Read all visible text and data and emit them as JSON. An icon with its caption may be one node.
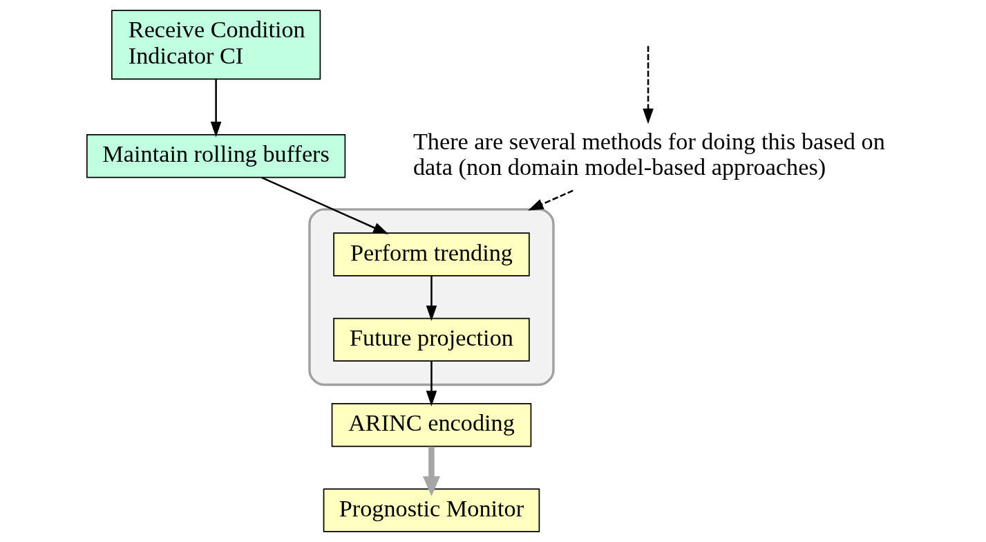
{
  "diagram": {
    "nodes": [
      {
        "text": [
          "Receive Condition Indicator CI"
        ]
      },
      {
        "text": [
          "Maintain rolling buffers"
        ]
      },
      {
        "text": [],
        "shape": "box"
      },
      {
        "text": [
          "Perform trending"
        ],
        "in": 2
      },
      {
        "text": [
          "Future projection"
        ],
        "in": 2
      },
      {
        "text": [
          "ARINC encoding"
        ]
      },
      {
        "text": [
          "Prognostic Monitor"
        ]
      },
      {
        "text": [
          "There are several methods for doing this based on data (non domain model-based approaches)"
        ]
      }
    ],
    "edges": [
      {
        "from": 0,
        "to": 1,
        "arrow": "to"
      },
      {
        "from": 1,
        "to": 3,
        "arrow": "to"
      },
      {
        "from": 3,
        "to": 4,
        "arrow": "to"
      },
      {
        "from": 4,
        "to": 5,
        "arrow": "to"
      },
      {
        "from": 5,
        "to": 6,
        "arrow": "to",
        "style": "thick",
        "color": "#a6a6a6"
      },
      {
        "from": 7,
        "to": 2,
        "arrow": "to",
        "style": "dashed"
      },
      {
        "from": null,
        "to": 7,
        "arrow": "to",
        "style": "dashed"
      }
    ]
  }
}
